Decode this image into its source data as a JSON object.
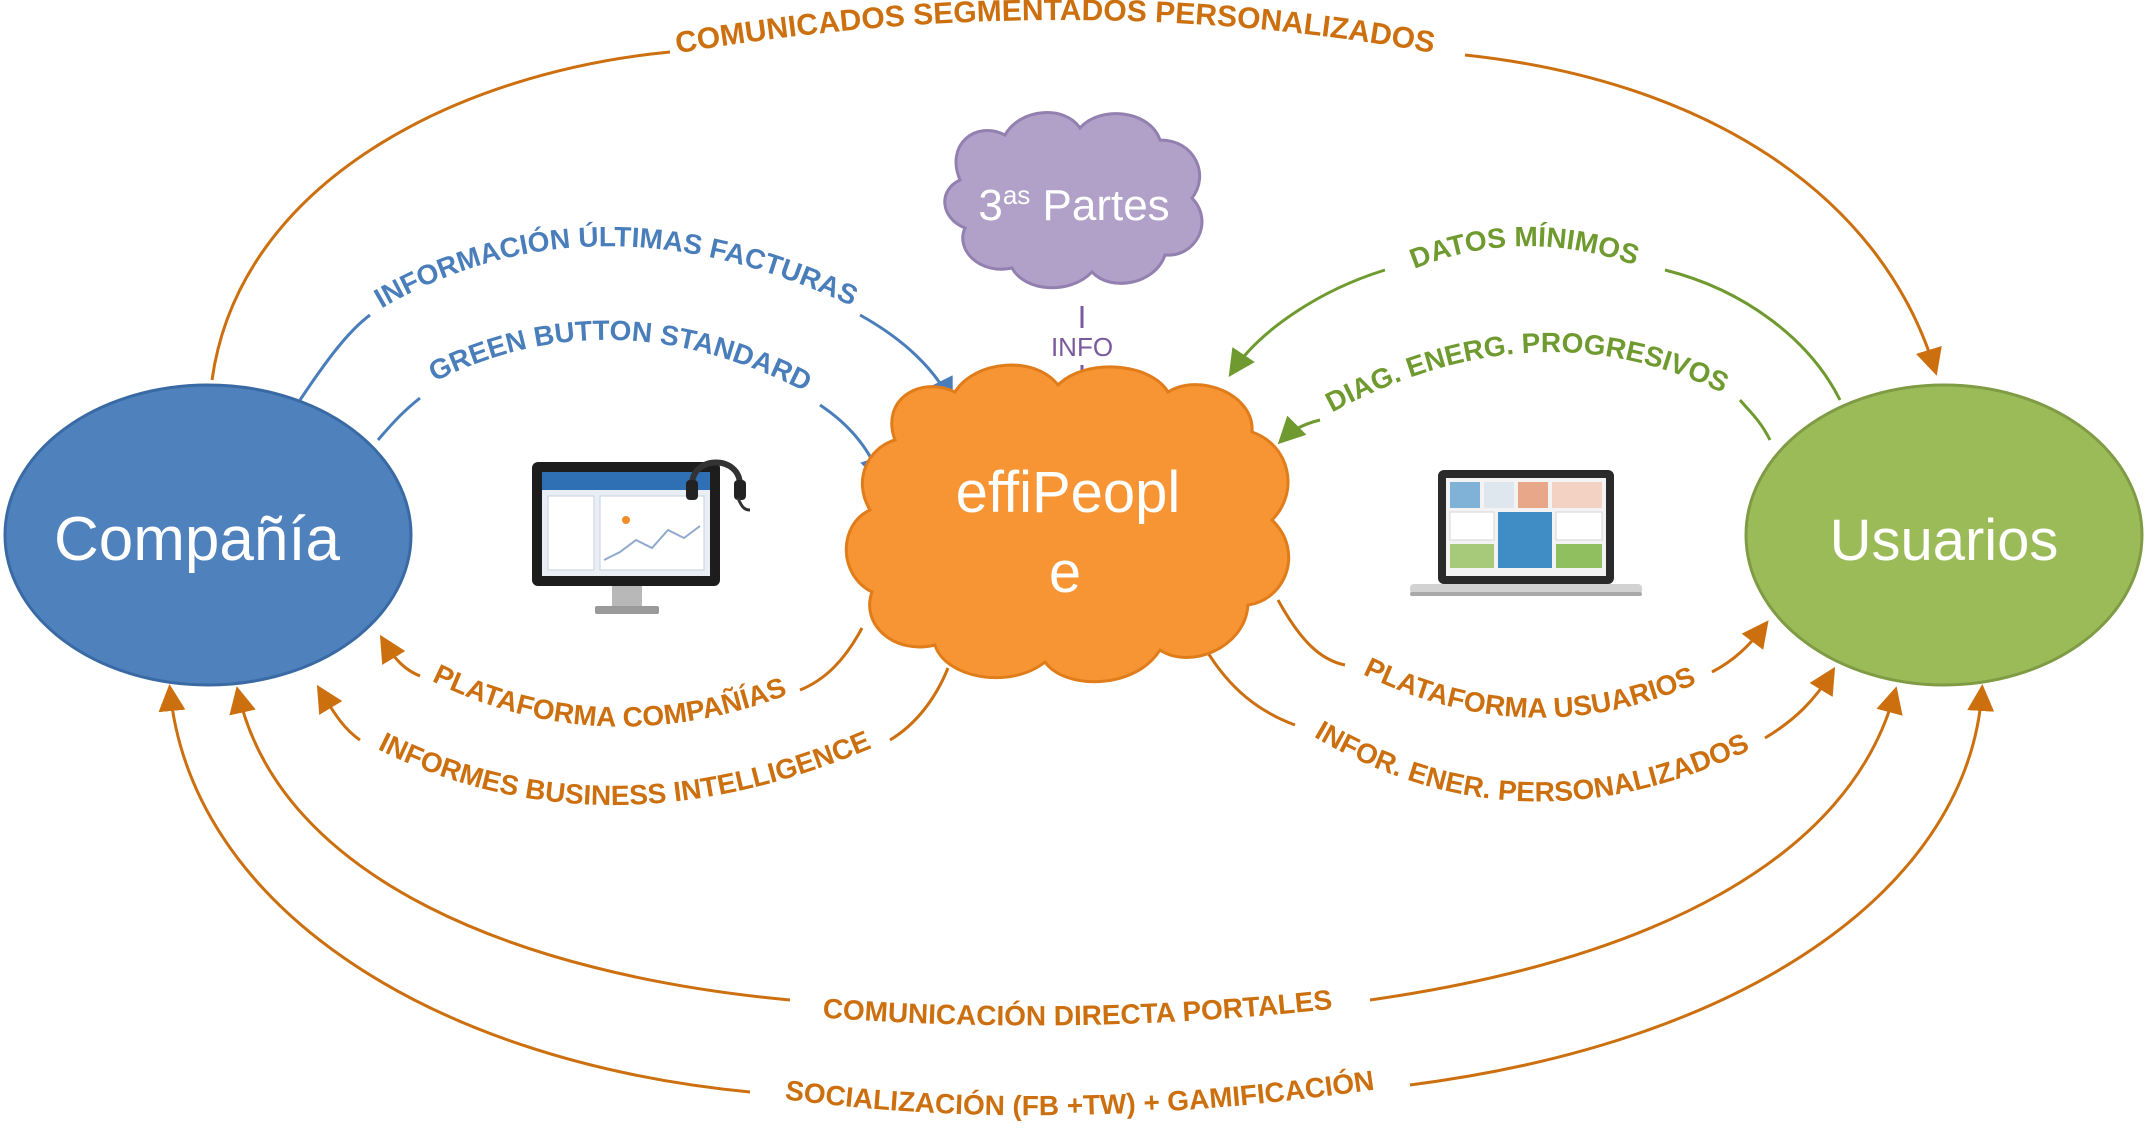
{
  "colors": {
    "orange": "#cc6f0f",
    "blue": "#4a7ebb",
    "green": "#6f9a2f",
    "purple": "#7a5a9c",
    "company_fill": "#4f81bd",
    "users_fill": "#9bbb59",
    "effi_fill": "#f79433",
    "cloud_fill": "#b1a0c7"
  },
  "nodes": {
    "company": "Compañía",
    "users": "Usuarios",
    "effipeople_line1": "effiPeopl",
    "effipeople_line2": "e",
    "third_parties_base": "3",
    "third_parties_sup": "as",
    "third_parties_rest": " Partes",
    "info": "INFO"
  },
  "flows": {
    "top": "COMUNICADOS SEGMENTADOS PERSONALIZADOS",
    "invoices": "INFORMACIÓN ÚLTIMAS FACTURAS",
    "green_button": "GREEN BUTTON STANDARD",
    "min_data": "DATOS MÍNIMOS",
    "diag": "DIAG. ENERG. PROGRESIVOS",
    "platform_companies": "PLATAFORMA COMPAÑÍAS",
    "bi_reports": "INFORMES BUSINESS INTELLIGENCE",
    "platform_users": "PLATAFORMA USUARIOS",
    "energy_reports": "INFOR. ENER. PERSONALIZADOS",
    "direct_comm": "COMUNICACIÓN DIRECTA PORTALES",
    "social": "SOCIALIZACIÓN (FB +TW) + GAMIFICACIÓN"
  },
  "icons": {
    "monitor": "desktop-monitor-with-headset",
    "laptop": "laptop-with-dashboard"
  }
}
